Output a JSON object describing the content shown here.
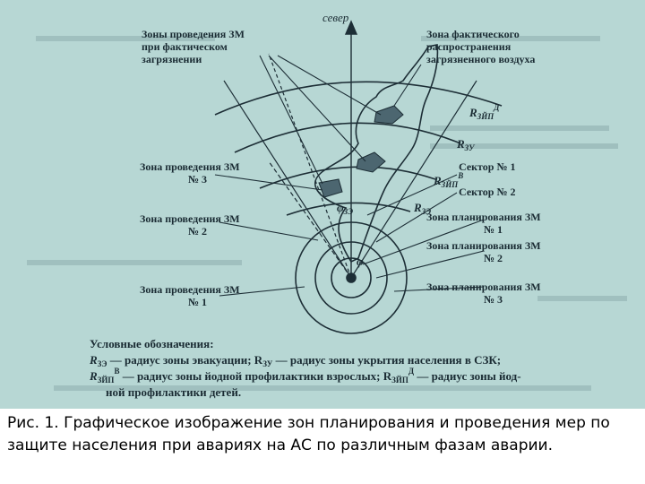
{
  "diagram": {
    "north": "север",
    "labels": {
      "zones_actual": [
        "Зоны проведения ЗМ",
        "при фактическом",
        "загрязнении"
      ],
      "zone_air": [
        "Зона фактического",
        "распространения",
        "загрязненного воздуха"
      ],
      "zone3": [
        "Зона проведения ЗМ",
        "№ 3"
      ],
      "zone2": [
        "Зона проведения ЗМ",
        "№ 2"
      ],
      "zone1": [
        "Зона проведения ЗМ",
        "№ 1"
      ],
      "plan1": [
        "Зона планирования ЗМ",
        "№ 1"
      ],
      "plan2": [
        "Зона планирования ЗМ",
        "№ 2"
      ],
      "plan3": [
        "Зона планирования ЗМ",
        "№ 3"
      ],
      "sector1": "Сектор № 1",
      "sector2": "Сектор № 2",
      "r_zip_d": "R",
      "r_zip_d_sub": "ЗЙП",
      "r_zip_d_sup": "Д",
      "r_zu": "R",
      "r_zu_sub": "ЗУ",
      "r_zip_v": "R",
      "r_zip_v_sub": "ЗЙП",
      "r_zip_v_sup": "В",
      "r_ze": "R",
      "r_ze_sub": "ЗЭ",
      "phi_ze": "φ",
      "phi_ze_sub": "ЗЭ",
      "phi": "φ"
    },
    "legend": {
      "title": "Условные обозначения:",
      "line1": "R",
      "line1_sub": "ЗЭ",
      "line1_text": " — радиус зоны эвакуации; R",
      "line1_sub2": "ЗУ",
      "line1_text2": " — радиус зоны укрытия населения в СЗК;",
      "line2": "R",
      "line2_sub": "ЗЙП",
      "line2_sup": "В",
      "line2_text": " — радиус зоны йодной профилактики взрослых; R",
      "line2_sub2": "ЗЙП",
      "line2_sup2": "Д",
      "line2_text2": " — радиус зоны йод-",
      "line3": "ной профилактики детей."
    }
  },
  "caption": "Рис. 1. Графическое изображение  зон планирования и проведения мер по защите населения при авариях на АС по различным фазам аварии."
}
